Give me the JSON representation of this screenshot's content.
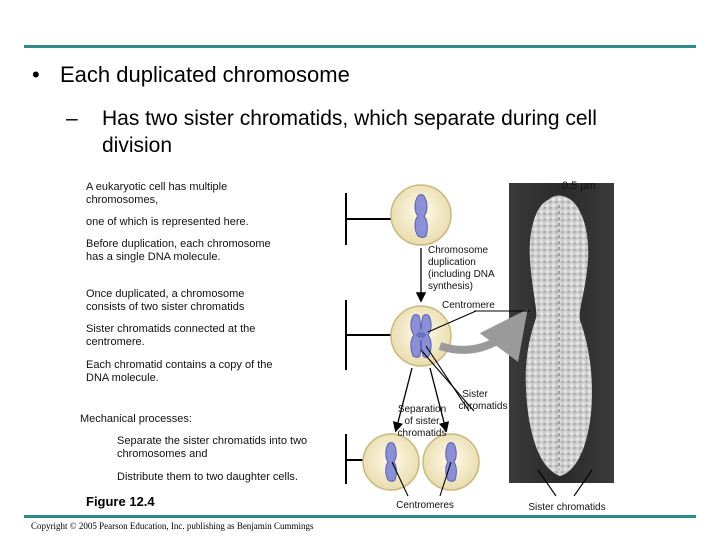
{
  "slide": {
    "bullet": "Each duplicated chromosome",
    "bullet_marker": "•",
    "sub_marker": "–",
    "sub_line1": "Has two sister chromatids, which separate during cell",
    "sub_line2": "division"
  },
  "figure": {
    "note_cell_1": "A eukaryotic cell has multiple",
    "note_cell_2": "chromosomes,",
    "note_one": "one of which is represented here.",
    "note_before_1": "Before duplication, each chromosome",
    "note_before_2": "has a single DNA molecule.",
    "note_once_1": "Once duplicated, a chromosome",
    "note_once_2": "consists of two sister chromatids",
    "note_sister_1": "Sister chromatids  connected at the",
    "note_sister_2": "centromere.",
    "note_each_1": "Each chromatid contains a copy of the",
    "note_each_2": "DNA molecule.",
    "note_mech": "Mechanical processes:",
    "note_sep_1": "Separate the sister chromatids into two",
    "note_sep_2": "chromosomes and",
    "note_dist": "Distribute them to two daughter cells.",
    "scale": "0.5 µm",
    "label_dup_1": "Chromosome",
    "label_dup_2": "duplication",
    "label_dup_3": "(including DNA",
    "label_dup_4": "synthesis)",
    "label_centromere": "Centromere",
    "label_sister_1": "Sister",
    "label_sister_2": "chromatids",
    "label_separation_1": "Separation",
    "label_separation_2": "of sister",
    "label_separation_3": "chromatids",
    "label_centromeres": "Centromeres",
    "label_sister_bottom": "Sister chromatids",
    "caption": "Figure 12.4",
    "copyright": "Copyright © 2005 Pearson Education, Inc. publishing as Benjamin Cummings"
  },
  "colors": {
    "rule": "#2e8b8b",
    "cell_fill": "#f6f0d6",
    "chromosome": "#8a8fd8",
    "arrow_gray": "#9a9a9a"
  }
}
